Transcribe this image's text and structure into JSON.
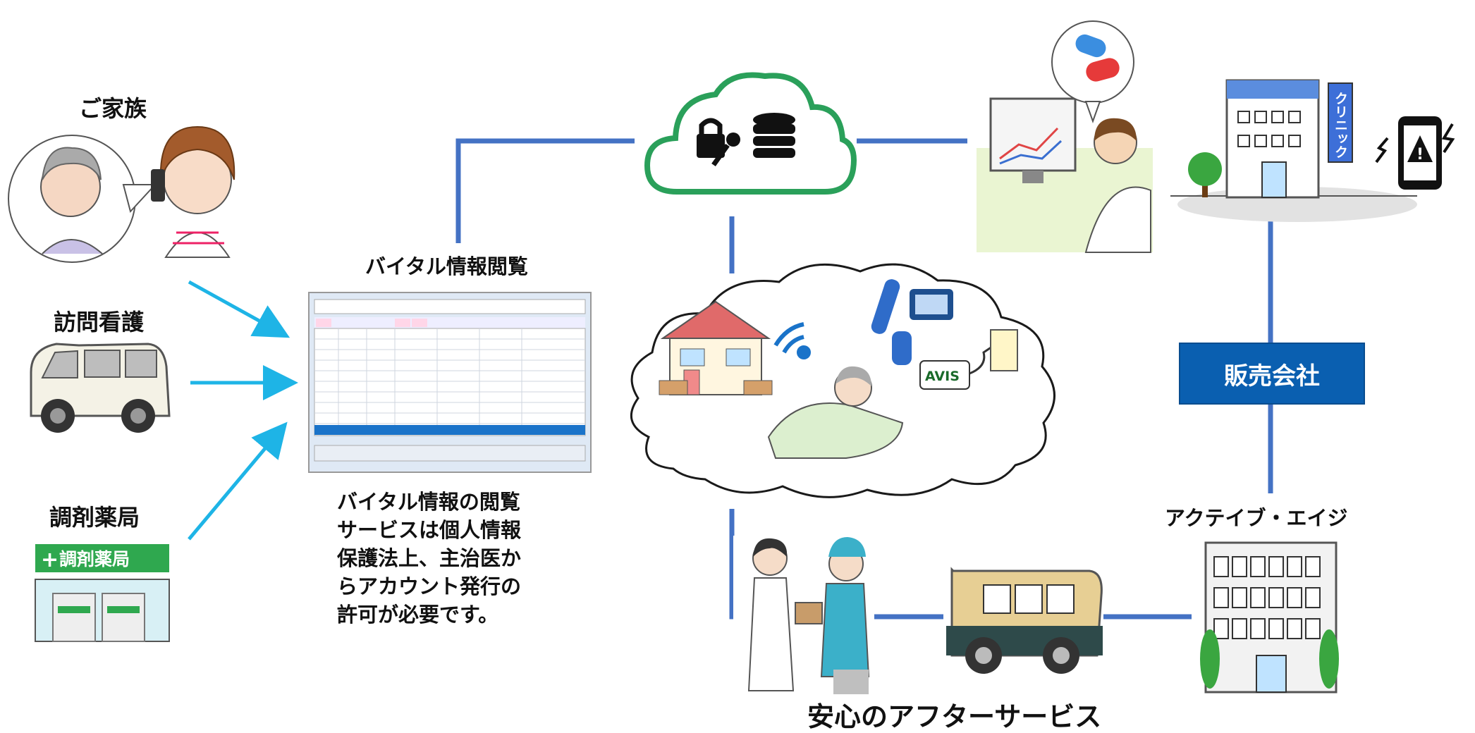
{
  "labels": {
    "family": "ご家族",
    "visiting_nurse": "訪問看護",
    "pharmacy": "調剤薬局",
    "vital_viewer_title": "バイタル情報閲覧",
    "sales_company": "販売会社",
    "active_age": "アクテイブ・エイジ",
    "after_service": "安心のアフターサービス",
    "clinic_sign": "クリニック",
    "pharmacy_sign": "調剤薬局",
    "avis": "AVIS"
  },
  "note_lines": [
    "バイタル情報の閲覧",
    "サービスは個人情報",
    "保護法上、主治医か",
    "らアカウント発行の",
    "許可が必要です。"
  ],
  "colors": {
    "connector": "#4472c4",
    "arrow": "#1eb4e6",
    "cloud_outline": "#2aa05a",
    "sales_box": "#0a5fb0",
    "clinic_sign": "#3d6fd8"
  }
}
